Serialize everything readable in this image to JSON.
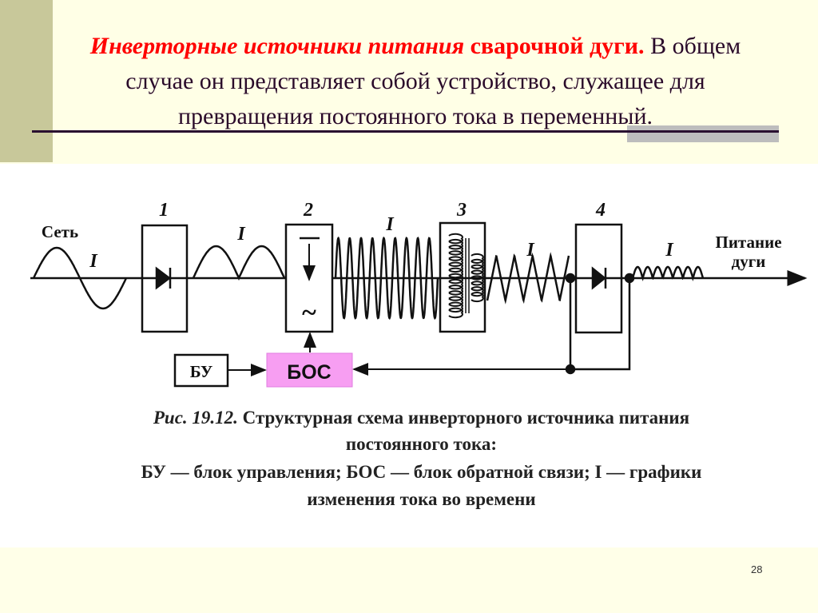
{
  "header": {
    "title_italic": "Инверторные источники питания",
    "title_bold": "сварочной дуги.",
    "title_line1_rest": "В общем",
    "title_line2": "случае он представляет собой устройство, служащее для",
    "title_line3": "превращения постоянного тока в переменный."
  },
  "diagram": {
    "input_label": "Сеть",
    "output_label_1": "Питание",
    "output_label_2": "дуги",
    "current_symbol": "I",
    "blocks": [
      {
        "number": "1",
        "type": "rectifier"
      },
      {
        "number": "2",
        "type": "inverter"
      },
      {
        "number": "3",
        "type": "transformer"
      },
      {
        "number": "4",
        "type": "rectifier"
      }
    ],
    "inverter_dc_symbol": "—",
    "inverter_ac_symbol": "~",
    "control_block": "БУ",
    "feedback_block": "БОС",
    "feedback_color": "#f79ef2"
  },
  "caption": {
    "fig_label": "Рис. 19.12.",
    "line1": "Структурная схема инверторного источника питания",
    "line2": "постоянного тока:",
    "line3": "БУ — блок управления; БОС — блок обратной связи; I — графики",
    "line4": "изменения тока во времени"
  },
  "footer": {
    "page_number": "28"
  }
}
